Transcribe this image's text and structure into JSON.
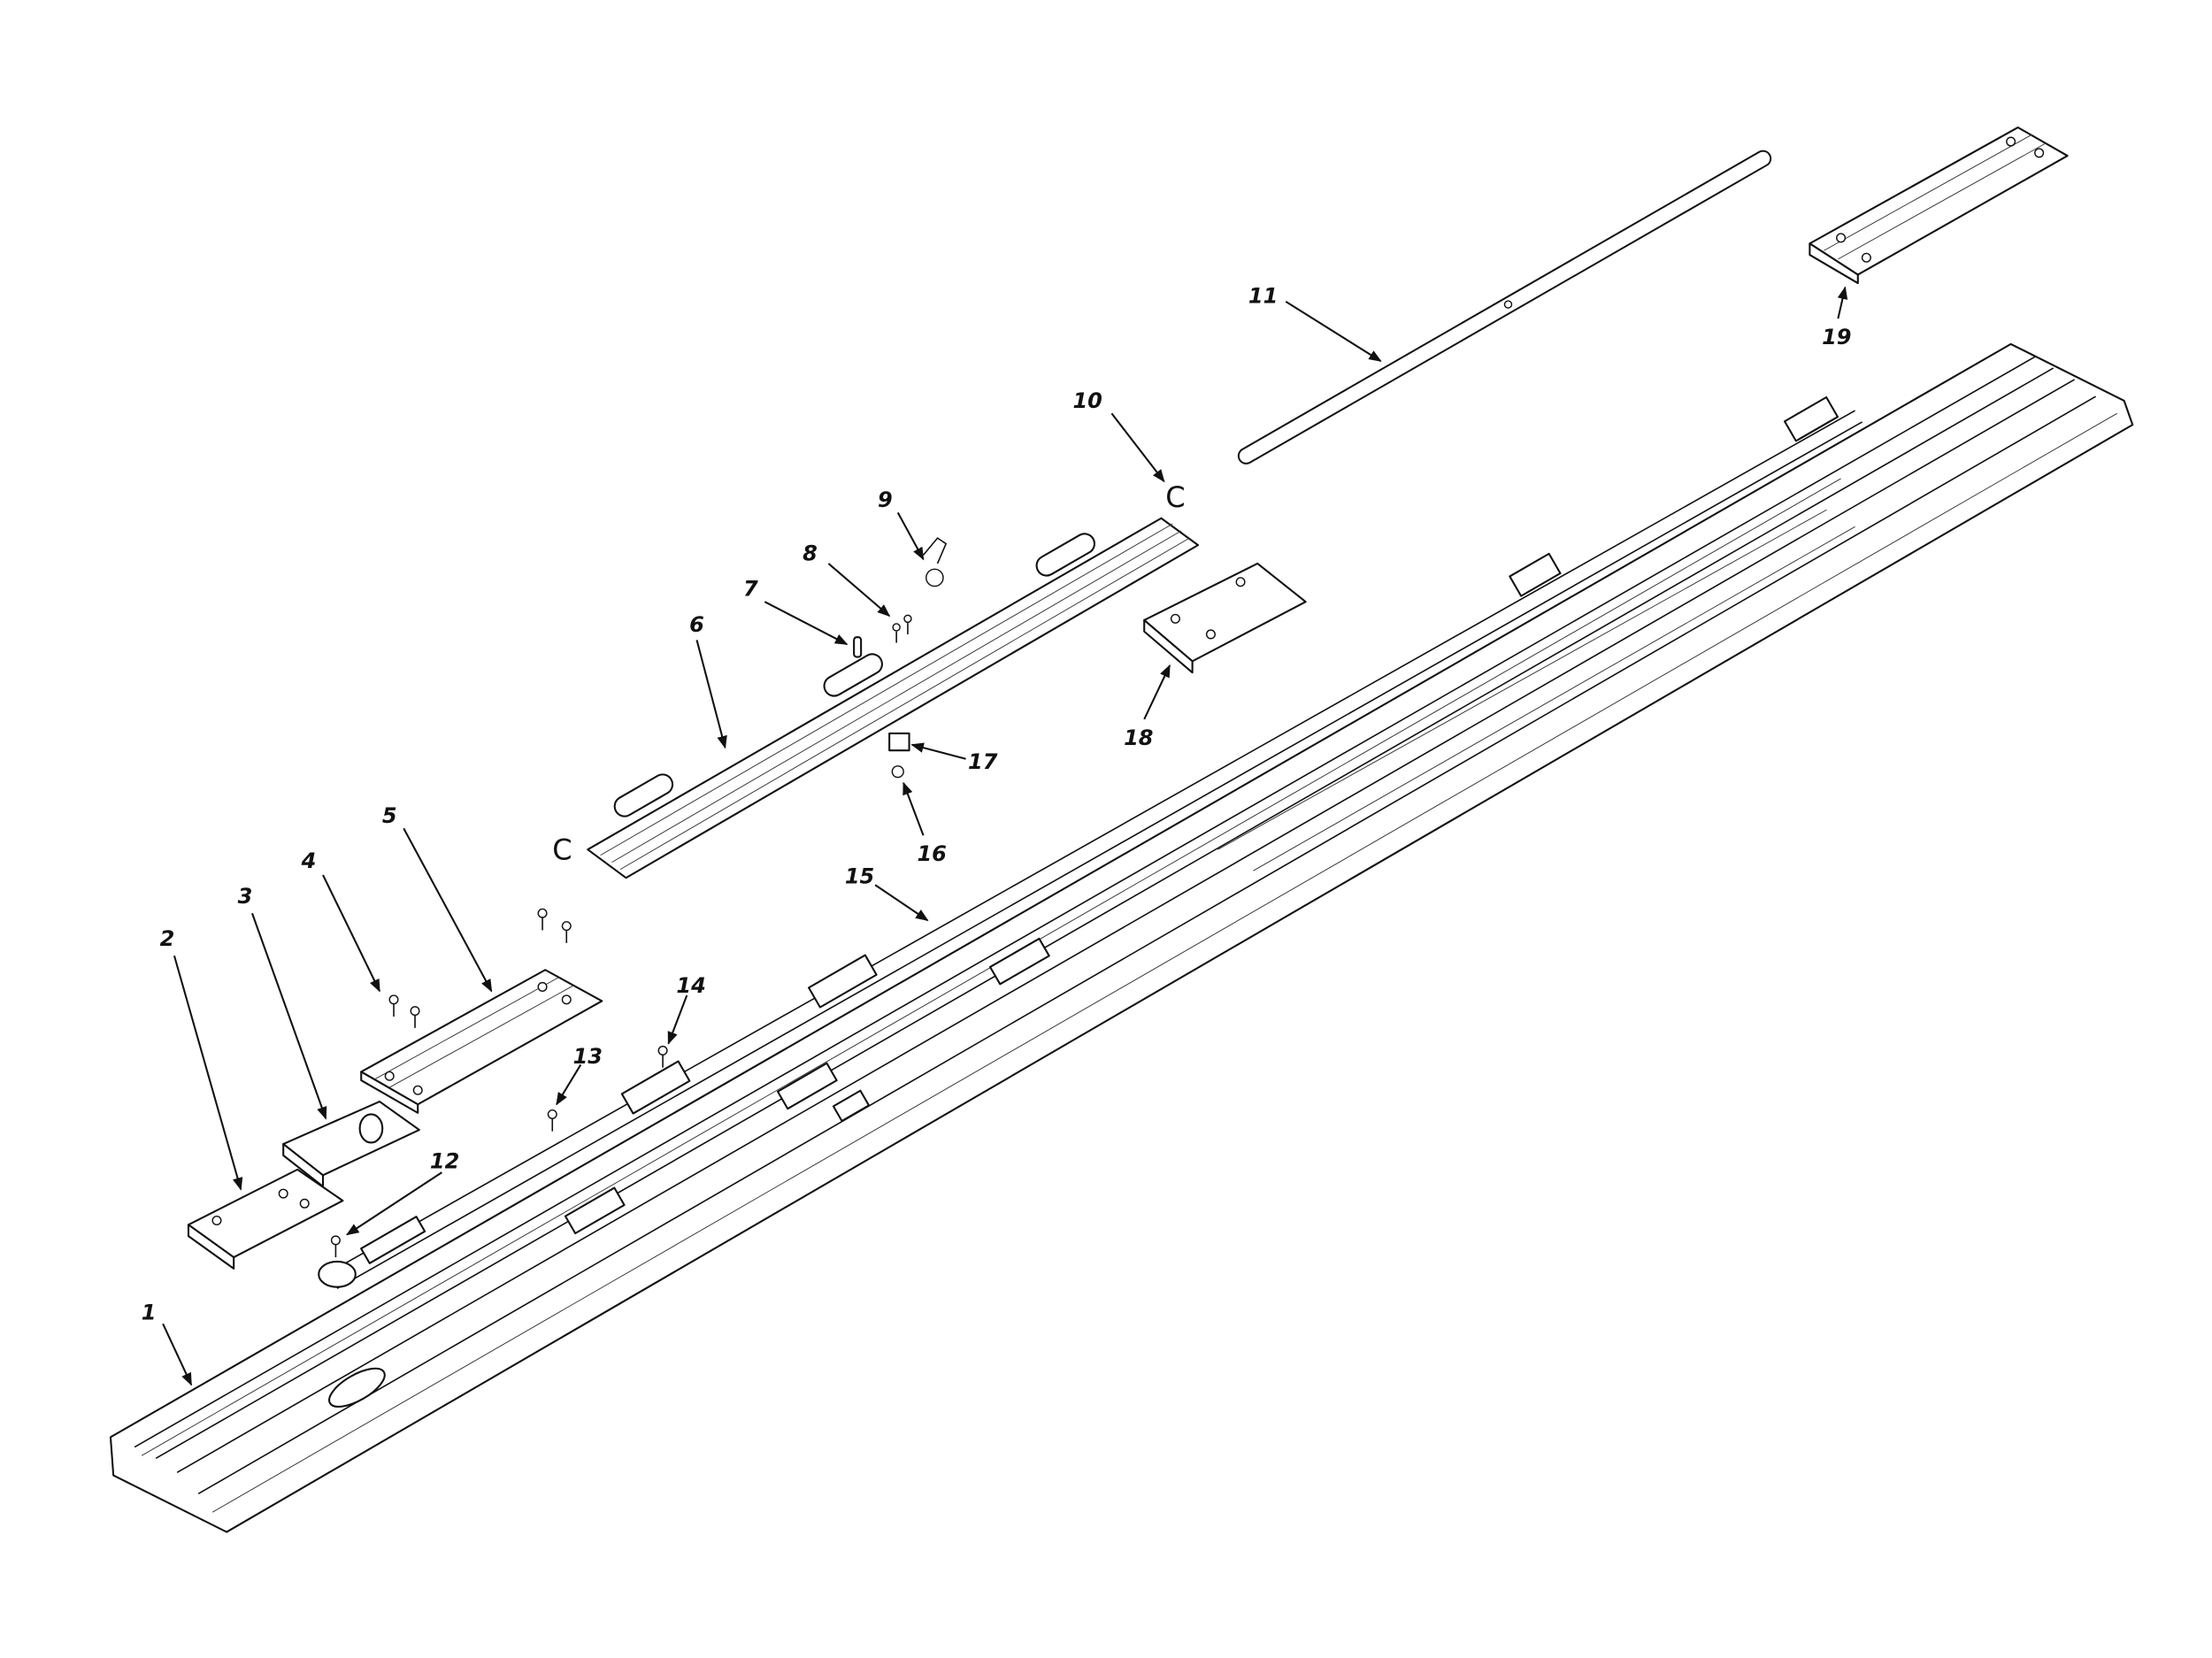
{
  "diagram": {
    "type": "exploded-parts-diagram",
    "labels": [
      "1",
      "2",
      "3",
      "4",
      "5",
      "6",
      "7",
      "8",
      "9",
      "10",
      "11",
      "12",
      "13",
      "14",
      "15",
      "16",
      "17",
      "18",
      "19"
    ],
    "clip_labels": {
      "left": "C",
      "right": "C"
    }
  }
}
